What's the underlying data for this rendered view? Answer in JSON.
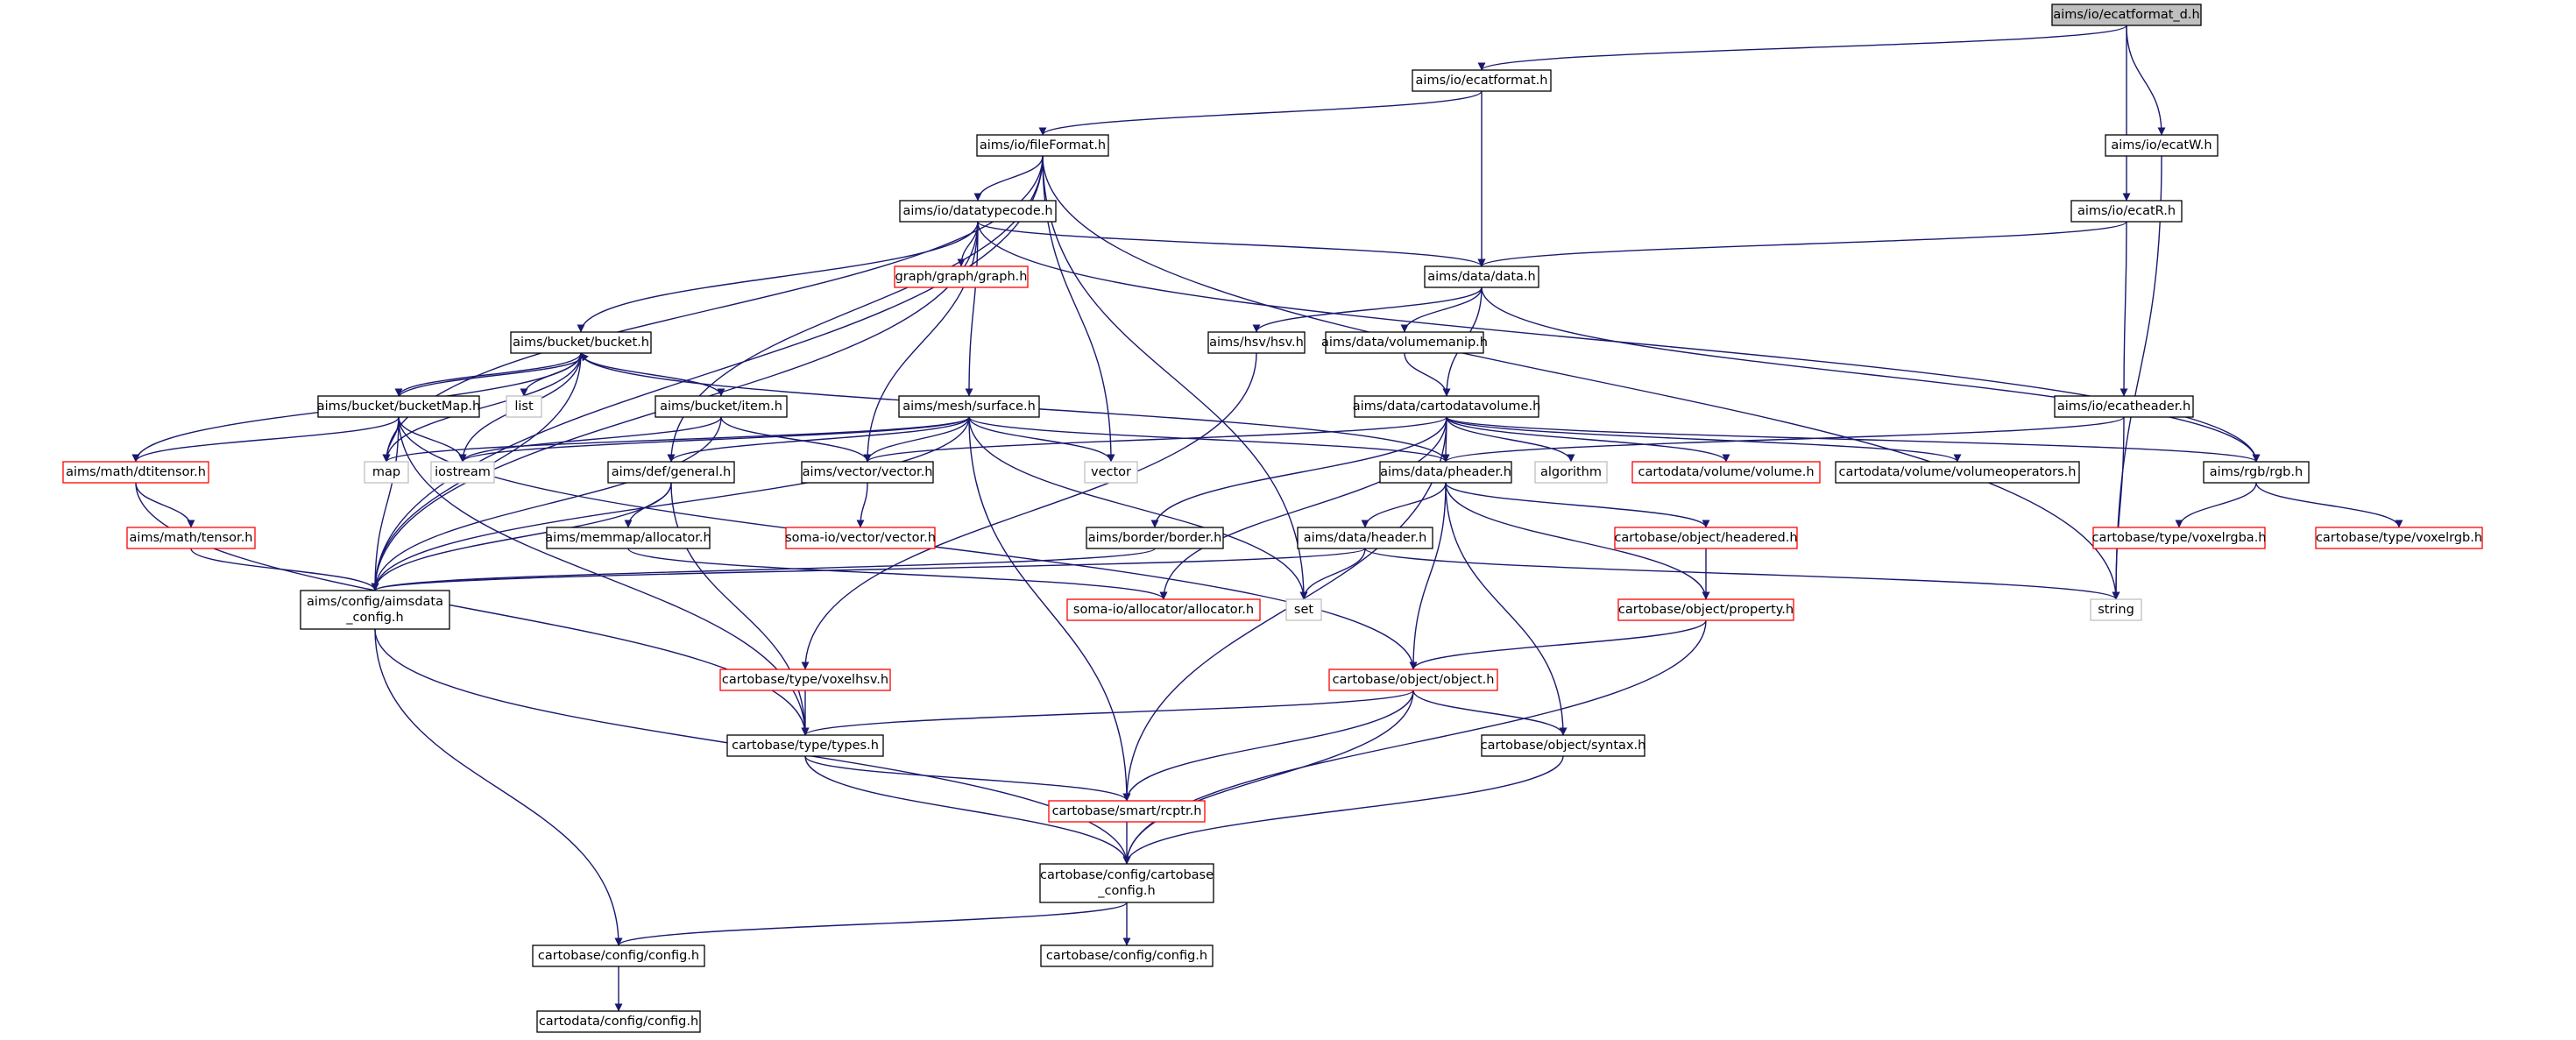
{
  "colors": {
    "edge": "#191970",
    "arrowhead": "#191970",
    "node_border_default": "#000000",
    "node_border_undocumented": "#ff0000",
    "node_border_external": "#bfbfbf",
    "root_fill": "#bfbfbf",
    "node_fill": "#ffffff",
    "text": "#000000"
  },
  "nodes": [
    {
      "id": "ecatformat_d",
      "lines": [
        "aims/io/ecatformat_d.h"
      ],
      "kind": "root"
    },
    {
      "id": "ecatformat",
      "lines": [
        "aims/io/ecatformat.h"
      ],
      "kind": "normal"
    },
    {
      "id": "ecatW",
      "lines": [
        "aims/io/ecatW.h"
      ],
      "kind": "normal"
    },
    {
      "id": "fileFormat",
      "lines": [
        "aims/io/fileFormat.h"
      ],
      "kind": "normal"
    },
    {
      "id": "ecatR",
      "lines": [
        "aims/io/ecatR.h"
      ],
      "kind": "normal"
    },
    {
      "id": "datatypecode",
      "lines": [
        "aims/io/datatypecode.h"
      ],
      "kind": "normal"
    },
    {
      "id": "graph",
      "lines": [
        "graph/graph/graph.h"
      ],
      "kind": "red"
    },
    {
      "id": "data",
      "lines": [
        "aims/data/data.h"
      ],
      "kind": "normal"
    },
    {
      "id": "bucket",
      "lines": [
        "aims/bucket/bucket.h"
      ],
      "kind": "normal"
    },
    {
      "id": "hsv",
      "lines": [
        "aims/hsv/hsv.h"
      ],
      "kind": "normal"
    },
    {
      "id": "volumemanip",
      "lines": [
        "aims/data/volumemanip.h"
      ],
      "kind": "normal"
    },
    {
      "id": "bucketMap",
      "lines": [
        "aims/bucket/bucketMap.h"
      ],
      "kind": "normal"
    },
    {
      "id": "list",
      "lines": [
        "list"
      ],
      "kind": "external"
    },
    {
      "id": "item",
      "lines": [
        "aims/bucket/item.h"
      ],
      "kind": "normal"
    },
    {
      "id": "surface",
      "lines": [
        "aims/mesh/surface.h"
      ],
      "kind": "normal"
    },
    {
      "id": "cartodatavolume",
      "lines": [
        "aims/data/cartodatavolume.h"
      ],
      "kind": "normal"
    },
    {
      "id": "ecatheader",
      "lines": [
        "aims/io/ecatheader.h"
      ],
      "kind": "normal"
    },
    {
      "id": "dtitensor",
      "lines": [
        "aims/math/dtitensor.h"
      ],
      "kind": "red"
    },
    {
      "id": "map",
      "lines": [
        "map"
      ],
      "kind": "external"
    },
    {
      "id": "iostream",
      "lines": [
        "iostream"
      ],
      "kind": "external"
    },
    {
      "id": "general",
      "lines": [
        "aims/def/general.h"
      ],
      "kind": "normal"
    },
    {
      "id": "vectorh",
      "lines": [
        "aims/vector/vector.h"
      ],
      "kind": "normal"
    },
    {
      "id": "vector",
      "lines": [
        "vector"
      ],
      "kind": "external"
    },
    {
      "id": "pheader",
      "lines": [
        "aims/data/pheader.h"
      ],
      "kind": "normal"
    },
    {
      "id": "algorithm",
      "lines": [
        "algorithm"
      ],
      "kind": "external"
    },
    {
      "id": "volumeh",
      "lines": [
        "cartodata/volume/volume.h"
      ],
      "kind": "red"
    },
    {
      "id": "volumeoperators",
      "lines": [
        "cartodata/volume/volumeoperators.h"
      ],
      "kind": "normal"
    },
    {
      "id": "rgb",
      "lines": [
        "aims/rgb/rgb.h"
      ],
      "kind": "normal"
    },
    {
      "id": "tensor",
      "lines": [
        "aims/math/tensor.h"
      ],
      "kind": "red"
    },
    {
      "id": "allocatorh",
      "lines": [
        "aims/memmap/allocator.h"
      ],
      "kind": "normal"
    },
    {
      "id": "somavector",
      "lines": [
        "soma-io/vector/vector.h"
      ],
      "kind": "red"
    },
    {
      "id": "border",
      "lines": [
        "aims/border/border.h"
      ],
      "kind": "normal"
    },
    {
      "id": "header",
      "lines": [
        "aims/data/header.h"
      ],
      "kind": "normal"
    },
    {
      "id": "headered",
      "lines": [
        "cartobase/object/headered.h"
      ],
      "kind": "red"
    },
    {
      "id": "voxelrgba",
      "lines": [
        "cartobase/type/voxelrgba.h"
      ],
      "kind": "red"
    },
    {
      "id": "voxelrgb",
      "lines": [
        "cartobase/type/voxelrgb.h"
      ],
      "kind": "red"
    },
    {
      "id": "aimsdata_config",
      "lines": [
        "aims/config/aimsdata",
        "_config.h"
      ],
      "kind": "normal"
    },
    {
      "id": "somaallocator",
      "lines": [
        "soma-io/allocator/allocator.h"
      ],
      "kind": "red"
    },
    {
      "id": "set",
      "lines": [
        "set"
      ],
      "kind": "external"
    },
    {
      "id": "property",
      "lines": [
        "cartobase/object/property.h"
      ],
      "kind": "red"
    },
    {
      "id": "string",
      "lines": [
        "string"
      ],
      "kind": "external"
    },
    {
      "id": "voxelhsv",
      "lines": [
        "cartobase/type/voxelhsv.h"
      ],
      "kind": "red"
    },
    {
      "id": "object",
      "lines": [
        "cartobase/object/object.h"
      ],
      "kind": "red"
    },
    {
      "id": "types",
      "lines": [
        "cartobase/type/types.h"
      ],
      "kind": "normal"
    },
    {
      "id": "syntax",
      "lines": [
        "cartobase/object/syntax.h"
      ],
      "kind": "normal"
    },
    {
      "id": "rcptr",
      "lines": [
        "cartobase/smart/rcptr.h"
      ],
      "kind": "red"
    },
    {
      "id": "cartobase_config",
      "lines": [
        "cartobase/config/cartobase",
        "_config.h"
      ],
      "kind": "normal"
    },
    {
      "id": "config1",
      "lines": [
        "cartobase/config/config.h"
      ],
      "kind": "normal"
    },
    {
      "id": "config2",
      "lines": [
        "cartobase/config/config.h"
      ],
      "kind": "normal"
    },
    {
      "id": "cartodataconfig",
      "lines": [
        "cartodata/config/config.h"
      ],
      "kind": "normal"
    }
  ],
  "edges": [
    [
      "ecatformat_d",
      "ecatformat"
    ],
    [
      "ecatformat_d",
      "ecatR"
    ],
    [
      "ecatformat_d",
      "ecatW"
    ],
    [
      "ecatformat",
      "fileFormat"
    ],
    [
      "ecatformat",
      "data"
    ],
    [
      "ecatW",
      "string"
    ],
    [
      "ecatR",
      "data"
    ],
    [
      "ecatR",
      "ecatheader"
    ],
    [
      "fileFormat",
      "datatypecode"
    ],
    [
      "fileFormat",
      "aimsdata_config"
    ],
    [
      "fileFormat",
      "map"
    ],
    [
      "fileFormat",
      "general"
    ],
    [
      "fileFormat",
      "vector"
    ],
    [
      "fileFormat",
      "set"
    ],
    [
      "fileFormat",
      "string"
    ],
    [
      "datatypecode",
      "graph"
    ],
    [
      "datatypecode",
      "data"
    ],
    [
      "datatypecode",
      "bucket"
    ],
    [
      "datatypecode",
      "surface"
    ],
    [
      "datatypecode",
      "vectorh"
    ],
    [
      "datatypecode",
      "aimsdata_config"
    ],
    [
      "datatypecode",
      "rgb"
    ],
    [
      "data",
      "hsv"
    ],
    [
      "data",
      "volumemanip"
    ],
    [
      "data",
      "cartodatavolume"
    ],
    [
      "data",
      "rgb"
    ],
    [
      "bucket",
      "bucketMap"
    ],
    [
      "bucket",
      "list"
    ],
    [
      "bucket",
      "item"
    ],
    [
      "bucket",
      "map"
    ],
    [
      "bucket",
      "iostream"
    ],
    [
      "bucket",
      "pheader"
    ],
    [
      "bucket",
      "dtitensor"
    ],
    [
      "bucket",
      "aimsdata_config"
    ],
    [
      "bucketMap",
      "bucket"
    ],
    [
      "bucketMap",
      "map"
    ],
    [
      "bucketMap",
      "iostream"
    ],
    [
      "bucketMap",
      "dtitensor"
    ],
    [
      "bucketMap",
      "aimsdata_config"
    ],
    [
      "bucketMap",
      "types"
    ],
    [
      "bucketMap",
      "object"
    ],
    [
      "item",
      "iostream"
    ],
    [
      "item",
      "vectorh"
    ],
    [
      "item",
      "aimsdata_config"
    ],
    [
      "hsv",
      "voxelhsv"
    ],
    [
      "volumemanip",
      "cartodatavolume"
    ],
    [
      "surface",
      "vectorh"
    ],
    [
      "surface",
      "pheader"
    ],
    [
      "surface",
      "vector"
    ],
    [
      "surface",
      "map"
    ],
    [
      "surface",
      "iostream"
    ],
    [
      "surface",
      "general"
    ],
    [
      "surface",
      "aimsdata_config"
    ],
    [
      "surface",
      "set"
    ],
    [
      "surface",
      "rcptr"
    ],
    [
      "cartodatavolume",
      "pheader"
    ],
    [
      "cartodatavolume",
      "algorithm"
    ],
    [
      "cartodatavolume",
      "volumeh"
    ],
    [
      "cartodatavolume",
      "volumeoperators"
    ],
    [
      "cartodatavolume",
      "rgb"
    ],
    [
      "cartodatavolume",
      "vectorh"
    ],
    [
      "cartodatavolume",
      "border"
    ],
    [
      "cartodatavolume",
      "somaallocator"
    ],
    [
      "cartodatavolume",
      "rcptr"
    ],
    [
      "ecatheader",
      "pheader"
    ],
    [
      "ecatheader",
      "string"
    ],
    [
      "dtitensor",
      "tensor"
    ],
    [
      "dtitensor",
      "types"
    ],
    [
      "tensor",
      "aimsdata_config"
    ],
    [
      "general",
      "allocatorh"
    ],
    [
      "general",
      "aimsdata_config"
    ],
    [
      "general",
      "types"
    ],
    [
      "vectorh",
      "somavector"
    ],
    [
      "pheader",
      "header"
    ],
    [
      "pheader",
      "headered"
    ],
    [
      "pheader",
      "property"
    ],
    [
      "pheader",
      "object"
    ],
    [
      "pheader",
      "syntax"
    ],
    [
      "rgb",
      "voxelrgba"
    ],
    [
      "rgb",
      "voxelrgb"
    ],
    [
      "allocatorh",
      "somaallocator"
    ],
    [
      "border",
      "aimsdata_config"
    ],
    [
      "header",
      "aimsdata_config"
    ],
    [
      "header",
      "set"
    ],
    [
      "header",
      "string"
    ],
    [
      "headered",
      "property"
    ],
    [
      "property",
      "object"
    ],
    [
      "property",
      "cartobase_config"
    ],
    [
      "aimsdata_config",
      "cartobase_config"
    ],
    [
      "aimsdata_config",
      "config1"
    ],
    [
      "voxelhsv",
      "types"
    ],
    [
      "object",
      "types"
    ],
    [
      "object",
      "syntax"
    ],
    [
      "object",
      "rcptr"
    ],
    [
      "object",
      "cartobase_config"
    ],
    [
      "types",
      "rcptr"
    ],
    [
      "types",
      "cartobase_config"
    ],
    [
      "syntax",
      "cartobase_config"
    ],
    [
      "rcptr",
      "cartobase_config"
    ],
    [
      "cartobase_config",
      "config1"
    ],
    [
      "cartobase_config",
      "config2"
    ],
    [
      "config1",
      "cartodataconfig"
    ]
  ]
}
